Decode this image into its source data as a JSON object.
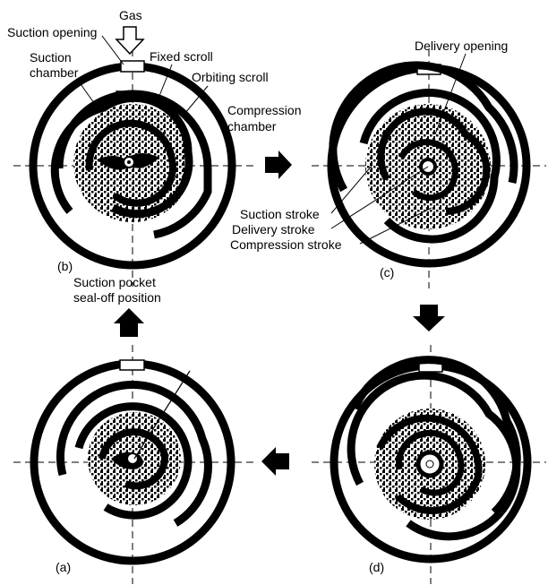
{
  "labels": {
    "gas": "Gas",
    "suction_opening": "Suction opening",
    "suction_chamber_line1": "Suction",
    "suction_chamber_line2": "chamber",
    "fixed_scroll": "Fixed scroll",
    "orbiting_scroll": "Orbiting scroll",
    "compression_chamber_line1": "Compression",
    "compression_chamber_line2": "chamber",
    "delivery_opening": "Delivery opening",
    "suction_stroke": "Suction stroke",
    "delivery_stroke": "Delivery stroke",
    "compression_stroke": "Compression stroke",
    "suction_pocket_line1": "Suction pocket",
    "suction_pocket_line2": "seal-off position"
  },
  "panels": {
    "a": {
      "label": "(a)"
    },
    "b": {
      "label": "(b)"
    },
    "c": {
      "label": "(c)"
    },
    "d": {
      "label": "(d)"
    }
  },
  "colors": {
    "ink": "#000000",
    "paper": "#ffffff"
  },
  "icons": {
    "arrow": "filled-block-arrow",
    "gas_inlet": "hollow-down-arrow"
  }
}
